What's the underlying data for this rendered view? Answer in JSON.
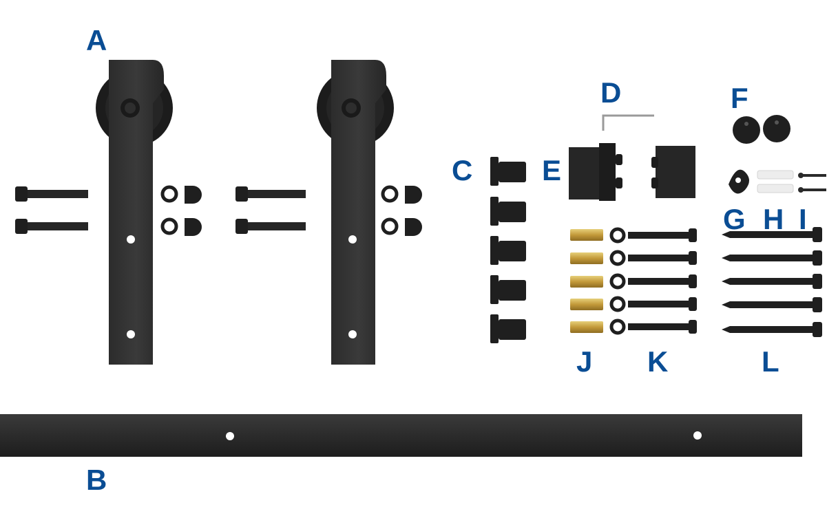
{
  "colors": {
    "label": "#0a4d94",
    "metal": "#2a2a2a",
    "metal_dark": "#111111",
    "brass": "#c8a64a",
    "white": "#ffffff",
    "anchor": "#e9e9e9"
  },
  "labels": {
    "A": "A",
    "B": "B",
    "C": "C",
    "D": "D",
    "E": "E",
    "F": "F",
    "G": "G",
    "H": "H",
    "I": "I",
    "J": "J",
    "K": "K",
    "L": "L"
  }
}
